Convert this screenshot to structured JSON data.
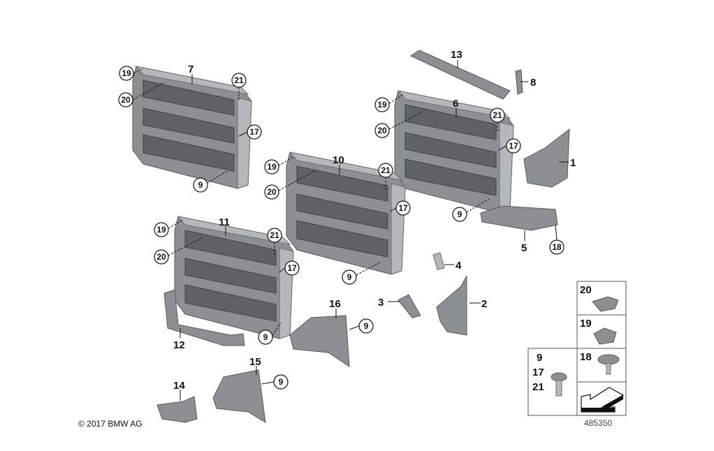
{
  "part_labels": {
    "p7": "7",
    "p13": "13",
    "p8": "8",
    "p6": "6",
    "p1": "1",
    "p10": "10",
    "p11": "11",
    "p5": "5",
    "p4": "4",
    "p3": "3",
    "p2": "2",
    "p16": "16",
    "p12": "12",
    "p15": "15",
    "p14": "14"
  },
  "callouts": [
    "19",
    "21",
    "20",
    "17",
    "9",
    "19",
    "21",
    "20",
    "17",
    "19",
    "21",
    "20",
    "17",
    "9",
    "18",
    "19",
    "21",
    "20",
    "17",
    "9",
    "9",
    "9",
    "9"
  ],
  "legend": {
    "box_20": "20",
    "box_19": "19",
    "box_18": "18",
    "box_9": "9",
    "box_17": "17",
    "box_21": "21"
  },
  "copyright": "© 2017 BMW AG",
  "diagram_number": "485350"
}
